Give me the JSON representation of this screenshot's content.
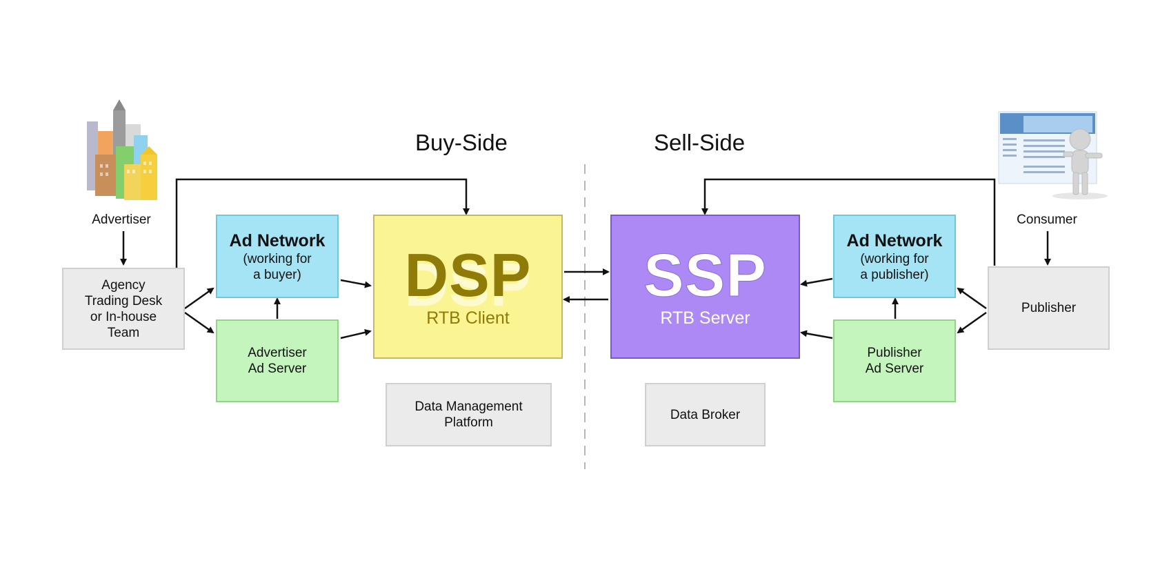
{
  "titles": {
    "buy_side": "Buy-Side",
    "sell_side": "Sell-Side"
  },
  "actors": {
    "advertiser": "Advertiser",
    "consumer": "Consumer"
  },
  "boxes": {
    "agency": "Agency\nTrading Desk\nor In-house\nTeam",
    "ad_network_buyer": {
      "title": "Ad Network",
      "sub": "(working for\na buyer)"
    },
    "advertiser_ad_server": "Advertiser\nAd Server",
    "dsp": {
      "title": "DSP",
      "sub": "RTB Client"
    },
    "ssp": {
      "title": "SSP",
      "sub": "RTB Server"
    },
    "ad_network_publisher": {
      "title": "Ad Network",
      "sub": "(working for\na publisher)"
    },
    "publisher_ad_server": "Publisher\nAd Server",
    "publisher": "Publisher",
    "dmp": "Data Management\nPlatform",
    "data_broker": "Data Broker"
  },
  "colors": {
    "gray": "#ebebeb",
    "blue": "#a4e4f4",
    "green": "#c4f5bd",
    "yellow": "#faf492",
    "purple": "#ad89f5",
    "dsp_text": "#8e7b08"
  },
  "icons": {
    "advertiser": "city-buildings-icon",
    "consumer": "person-with-website-icon"
  }
}
